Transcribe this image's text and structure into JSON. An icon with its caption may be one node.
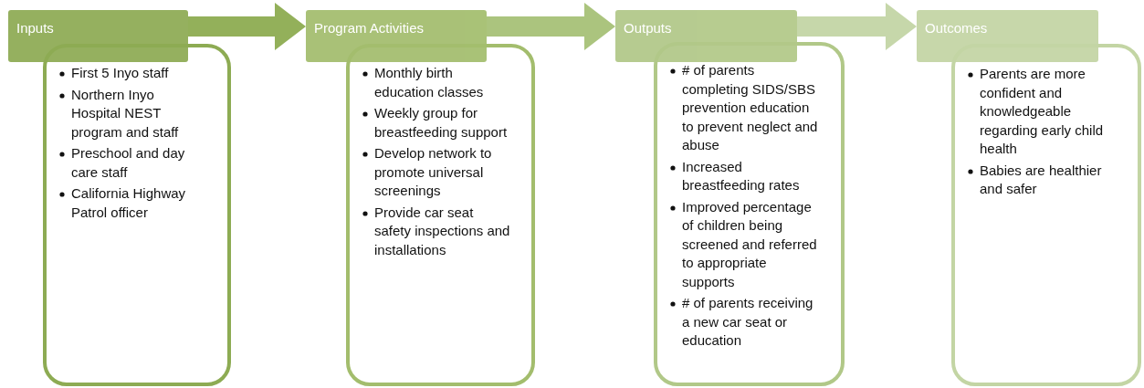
{
  "diagram": {
    "nodes": [
      {
        "text": [
          "Inputs"
        ]
      },
      {
        "text": [
          "First 5 Inyo staff",
          "Northern Inyo Hospital NEST program and staff",
          "Preschool and day care staff",
          "California Highway Patrol officer"
        ]
      },
      {
        "text": [
          "Program Activities"
        ]
      },
      {
        "text": [
          "Monthly birth education classes",
          "Weekly group for breastfeeding support",
          "Develop network to promote universal screenings",
          "Provide car seat safety inspections and installations"
        ]
      },
      {
        "text": [
          "Outputs"
        ]
      },
      {
        "text": [
          "# of parents completing SIDS/SBS prevention education to prevent neglect and abuse",
          "Increased breastfeeding rates",
          "Improved percentage of children being screened and referred to appropriate supports",
          "# of parents receiving a new car seat or education"
        ]
      },
      {
        "text": [
          "Outcomes"
        ]
      },
      {
        "text": [
          "Parents are more confident and knowledgeable regarding early child health",
          "Babies are healthier and safer"
        ]
      }
    ],
    "edges": [
      {
        "from": 0,
        "to": 2,
        "arrow": "to",
        "color": "#93b05a"
      },
      {
        "from": 2,
        "to": 4,
        "arrow": "to",
        "color": "#abc47e"
      },
      {
        "from": 4,
        "to": 6,
        "arrow": "to",
        "color": "#c6d7aa"
      }
    ]
  }
}
